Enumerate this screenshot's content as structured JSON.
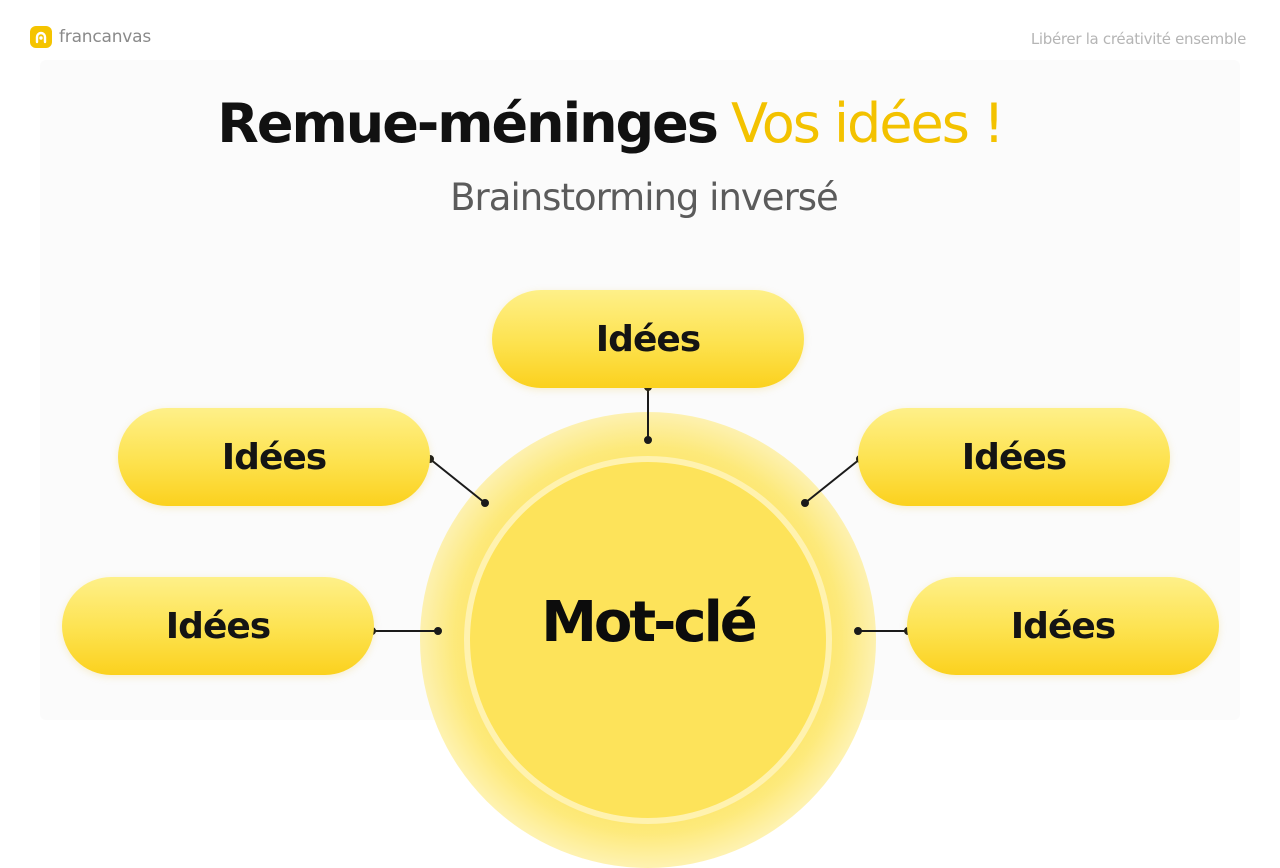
{
  "header": {
    "logo_text": "francanvas",
    "tagline": "Libérer la créativité ensemble"
  },
  "title": {
    "main": "Remue-méninges",
    "accent": "Vos idées !"
  },
  "subtitle": "Brainstorming inversé",
  "diagram": {
    "center": "Mot-clé",
    "nodes": [
      {
        "label": "Idées"
      },
      {
        "label": "Idées"
      },
      {
        "label": "Idées"
      },
      {
        "label": "Idées"
      },
      {
        "label": "Idées"
      }
    ]
  },
  "colors": {
    "accent": "#f3c200",
    "node_fill": "#fde24e",
    "center_fill": "#fde35a",
    "text_dark": "#111111",
    "connector": "#1a1a1a"
  },
  "icons": {
    "logo": "francanvas-logo-icon"
  }
}
